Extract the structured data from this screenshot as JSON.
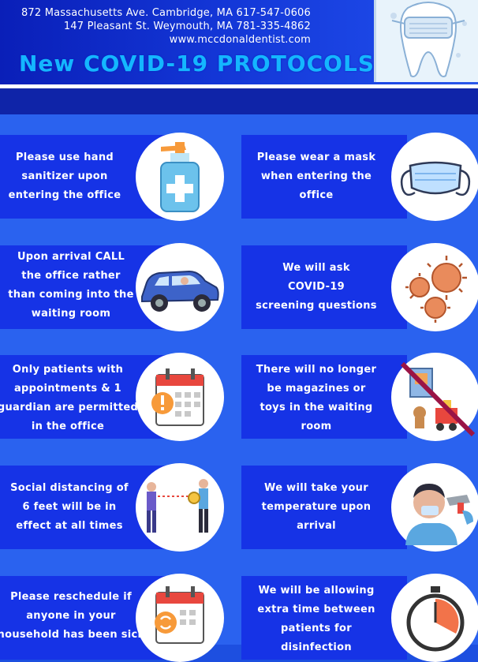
{
  "header": {
    "address_lines": [
      "872 Massachusetts Ave. Cambridge, MA 617-547-0606",
      "147 Pleasant St. Weymouth, MA 781-335-4862",
      "www.mccdonaldentist.com"
    ],
    "title": "New COVID-19 PROTOCOLS"
  },
  "cards": [
    {
      "text": [
        "Please wear a mask",
        "when entering the",
        "office"
      ],
      "icon": "face-mask-icon"
    },
    {
      "text": [
        "Please use hand",
        "sanitizer upon",
        "entering the office"
      ],
      "icon": "hand-sanitizer-icon"
    },
    {
      "text": [
        "We will ask",
        "COVID-19",
        "screening questions"
      ],
      "icon": "virus-icon"
    },
    {
      "text": [
        "Upon arrival CALL",
        "the office rather",
        "than coming into the",
        "waiting room"
      ],
      "icon": "car-icon"
    },
    {
      "text": [
        "There will no longer",
        "be magazines or",
        "toys in the waiting",
        "room"
      ],
      "icon": "no-toys-icon"
    },
    {
      "text": [
        "Only patients with",
        "appointments & 1",
        "guardian are permitted",
        "in the office"
      ],
      "icon": "calendar-alert-icon"
    },
    {
      "text": [
        "We will take your",
        "temperature upon",
        "arrival"
      ],
      "icon": "thermometer-icon"
    },
    {
      "text": [
        "Social distancing of",
        "6 feet will be in",
        "effect at all times"
      ],
      "icon": "social-distancing-icon"
    },
    {
      "text": [
        "We will be allowing",
        "extra time between",
        "patients for",
        "disinfection"
      ],
      "icon": "stopwatch-icon"
    },
    {
      "text": [
        "Please reschedule if",
        "anyone in your",
        "household has been sick"
      ],
      "icon": "calendar-reschedule-icon"
    }
  ],
  "colors": {
    "panel": "#2a62ef",
    "band": "#1633e6",
    "header": "#1336d6",
    "title": "#14b6ff"
  }
}
